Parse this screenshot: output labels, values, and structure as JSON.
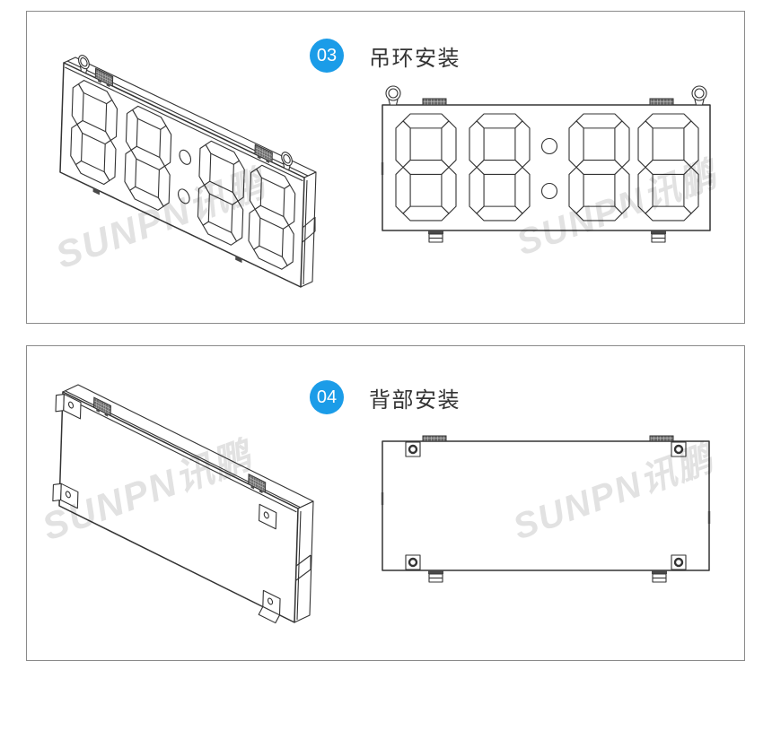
{
  "watermark": "SUNPN讯鹏",
  "panels": [
    {
      "step_number": "03",
      "title": "吊环安装",
      "illustration_left": "isometric-led-clock-with-lifting-rings",
      "illustration_right": "front-view-led-clock-with-lifting-rings"
    },
    {
      "step_number": "04",
      "title": "背部安装",
      "illustration_left": "isometric-back-of-display-with-mounting-tabs",
      "illustration_right": "back-view-display-with-mounting-tabs"
    }
  ],
  "colors": {
    "accent_blue": "#1b9ce8",
    "line_dark": "#333333",
    "panel_border": "#8a8a8a",
    "watermark_gray": "#e2e2e2"
  }
}
